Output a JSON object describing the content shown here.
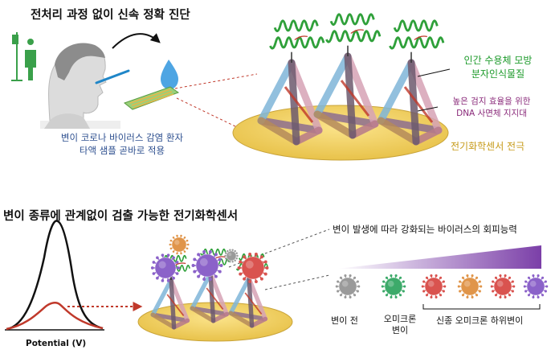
{
  "top": {
    "title": "전처리 과정 없이 신속 정확 진단",
    "patient_caption": [
      "변이 코로나 바이러스 감염 환자",
      "타액 샘플 곧바로 적용"
    ],
    "receptor_label": [
      "인간 수용체 모방",
      "분자인식물질"
    ],
    "scaffold_label": [
      "높은 검지 효율을 위한",
      "DNA 사면체 지지대"
    ],
    "electrode_label": "전기화학센서 전극"
  },
  "bottom": {
    "title": "변이 종류에 관계없이 검출 가능한 전기화학센서",
    "xaxis_label": "Potential (V)",
    "gradient_label": "변이 발생에 따라 강화되는 바이러스의 회피능력",
    "variant_labels": {
      "pre": "변이 전",
      "omicron": [
        "오미크론",
        "변이"
      ],
      "sub": "신종 오미크론 하위변이"
    }
  },
  "colors": {
    "virus_gray": "#9a9a9a",
    "virus_green": "#3daa6a",
    "virus_red": "#d9534f",
    "virus_orange": "#e0954a",
    "virus_purple": "#8b62c9",
    "gradient_end": "#7b3fa8",
    "electrode": "#f1d66a",
    "receptor": "#2fa03a"
  }
}
